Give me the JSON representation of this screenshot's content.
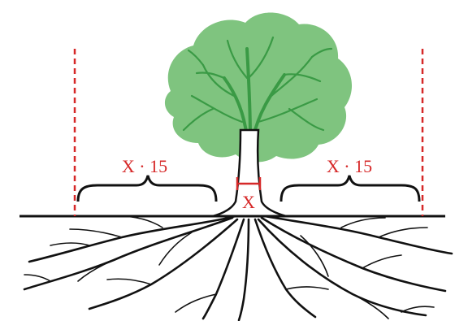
{
  "colors": {
    "canopy": "#7fc47f",
    "canopy_dark": "#3a9a45",
    "ink": "#111111",
    "annotation": "#d62828",
    "background": "#ffffff"
  },
  "labels": {
    "left_distance": "X · 15",
    "right_distance": "X · 15",
    "trunk_width": "X"
  },
  "icons": {
    "tree": "tree-illustration",
    "roots": "root-system-illustration"
  }
}
